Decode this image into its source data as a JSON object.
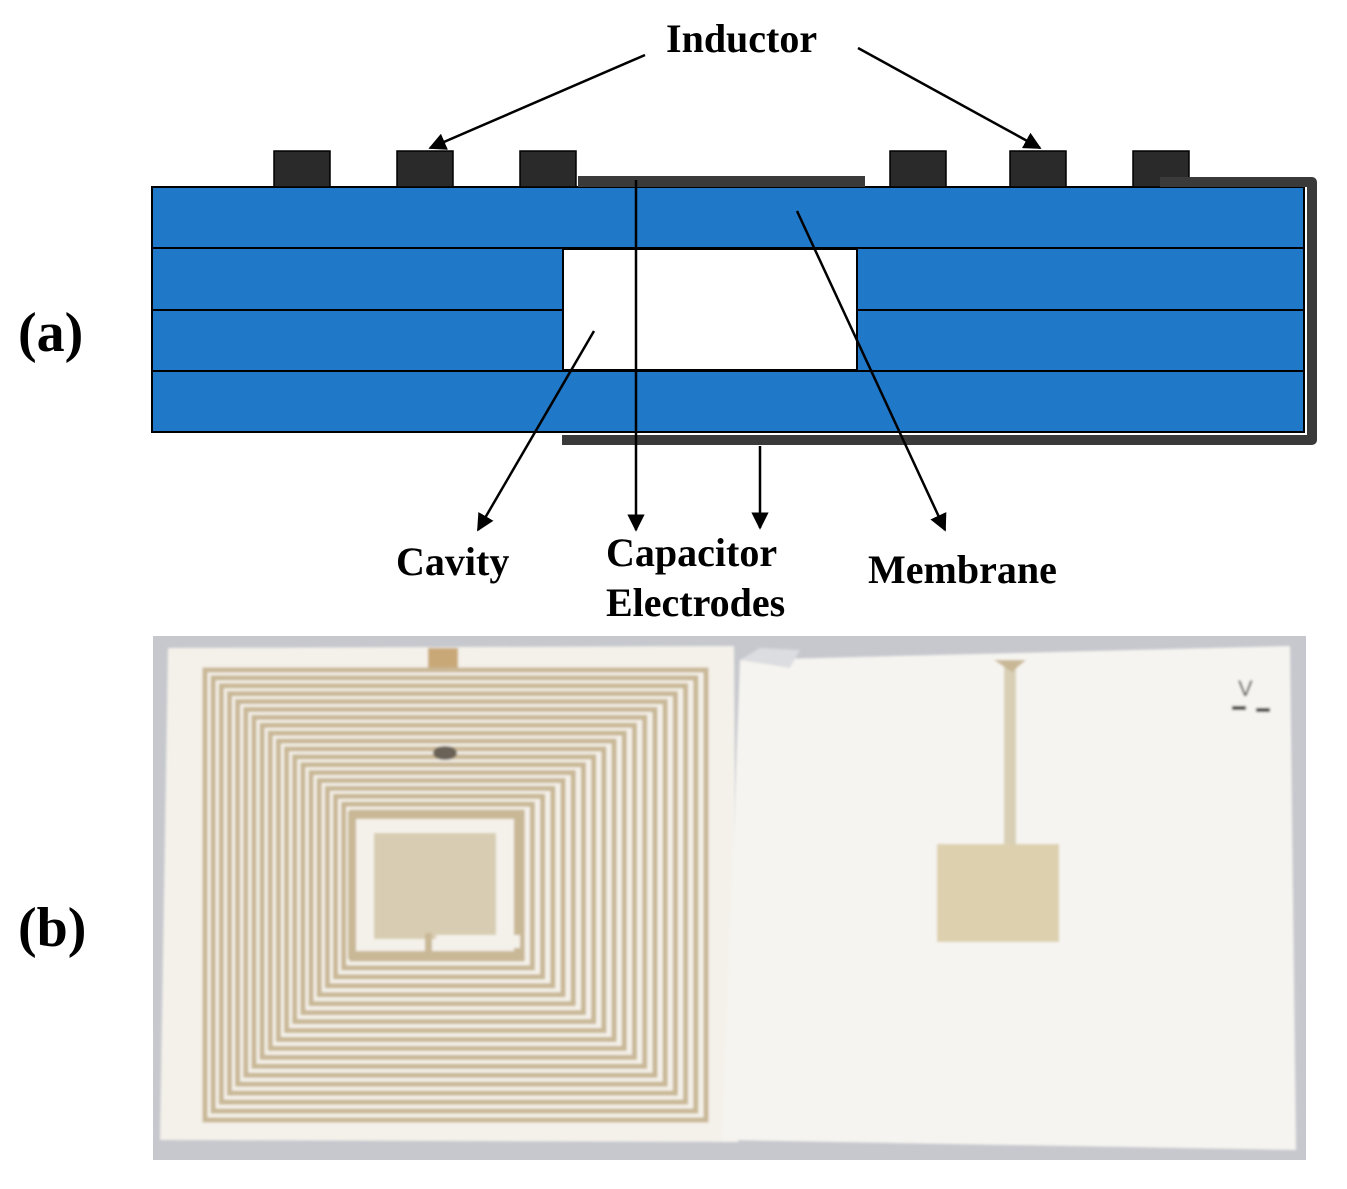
{
  "panels": {
    "a": {
      "label": "(a)"
    },
    "b": {
      "label": "(b)"
    }
  },
  "labels": {
    "inductor": "Inductor",
    "cavity": "Cavity",
    "capacitor_line1": "Capacitor",
    "capacitor_line2": "Electrodes",
    "membrane": "Membrane"
  },
  "photo": {
    "mark_text": "V"
  },
  "colors": {
    "substrate": "#1f78c8",
    "conductor": "#2a2a2a",
    "gold_trace": "#c9b896",
    "ceramic": "#f4f1ea",
    "background_photo": "#c6c8ce"
  }
}
